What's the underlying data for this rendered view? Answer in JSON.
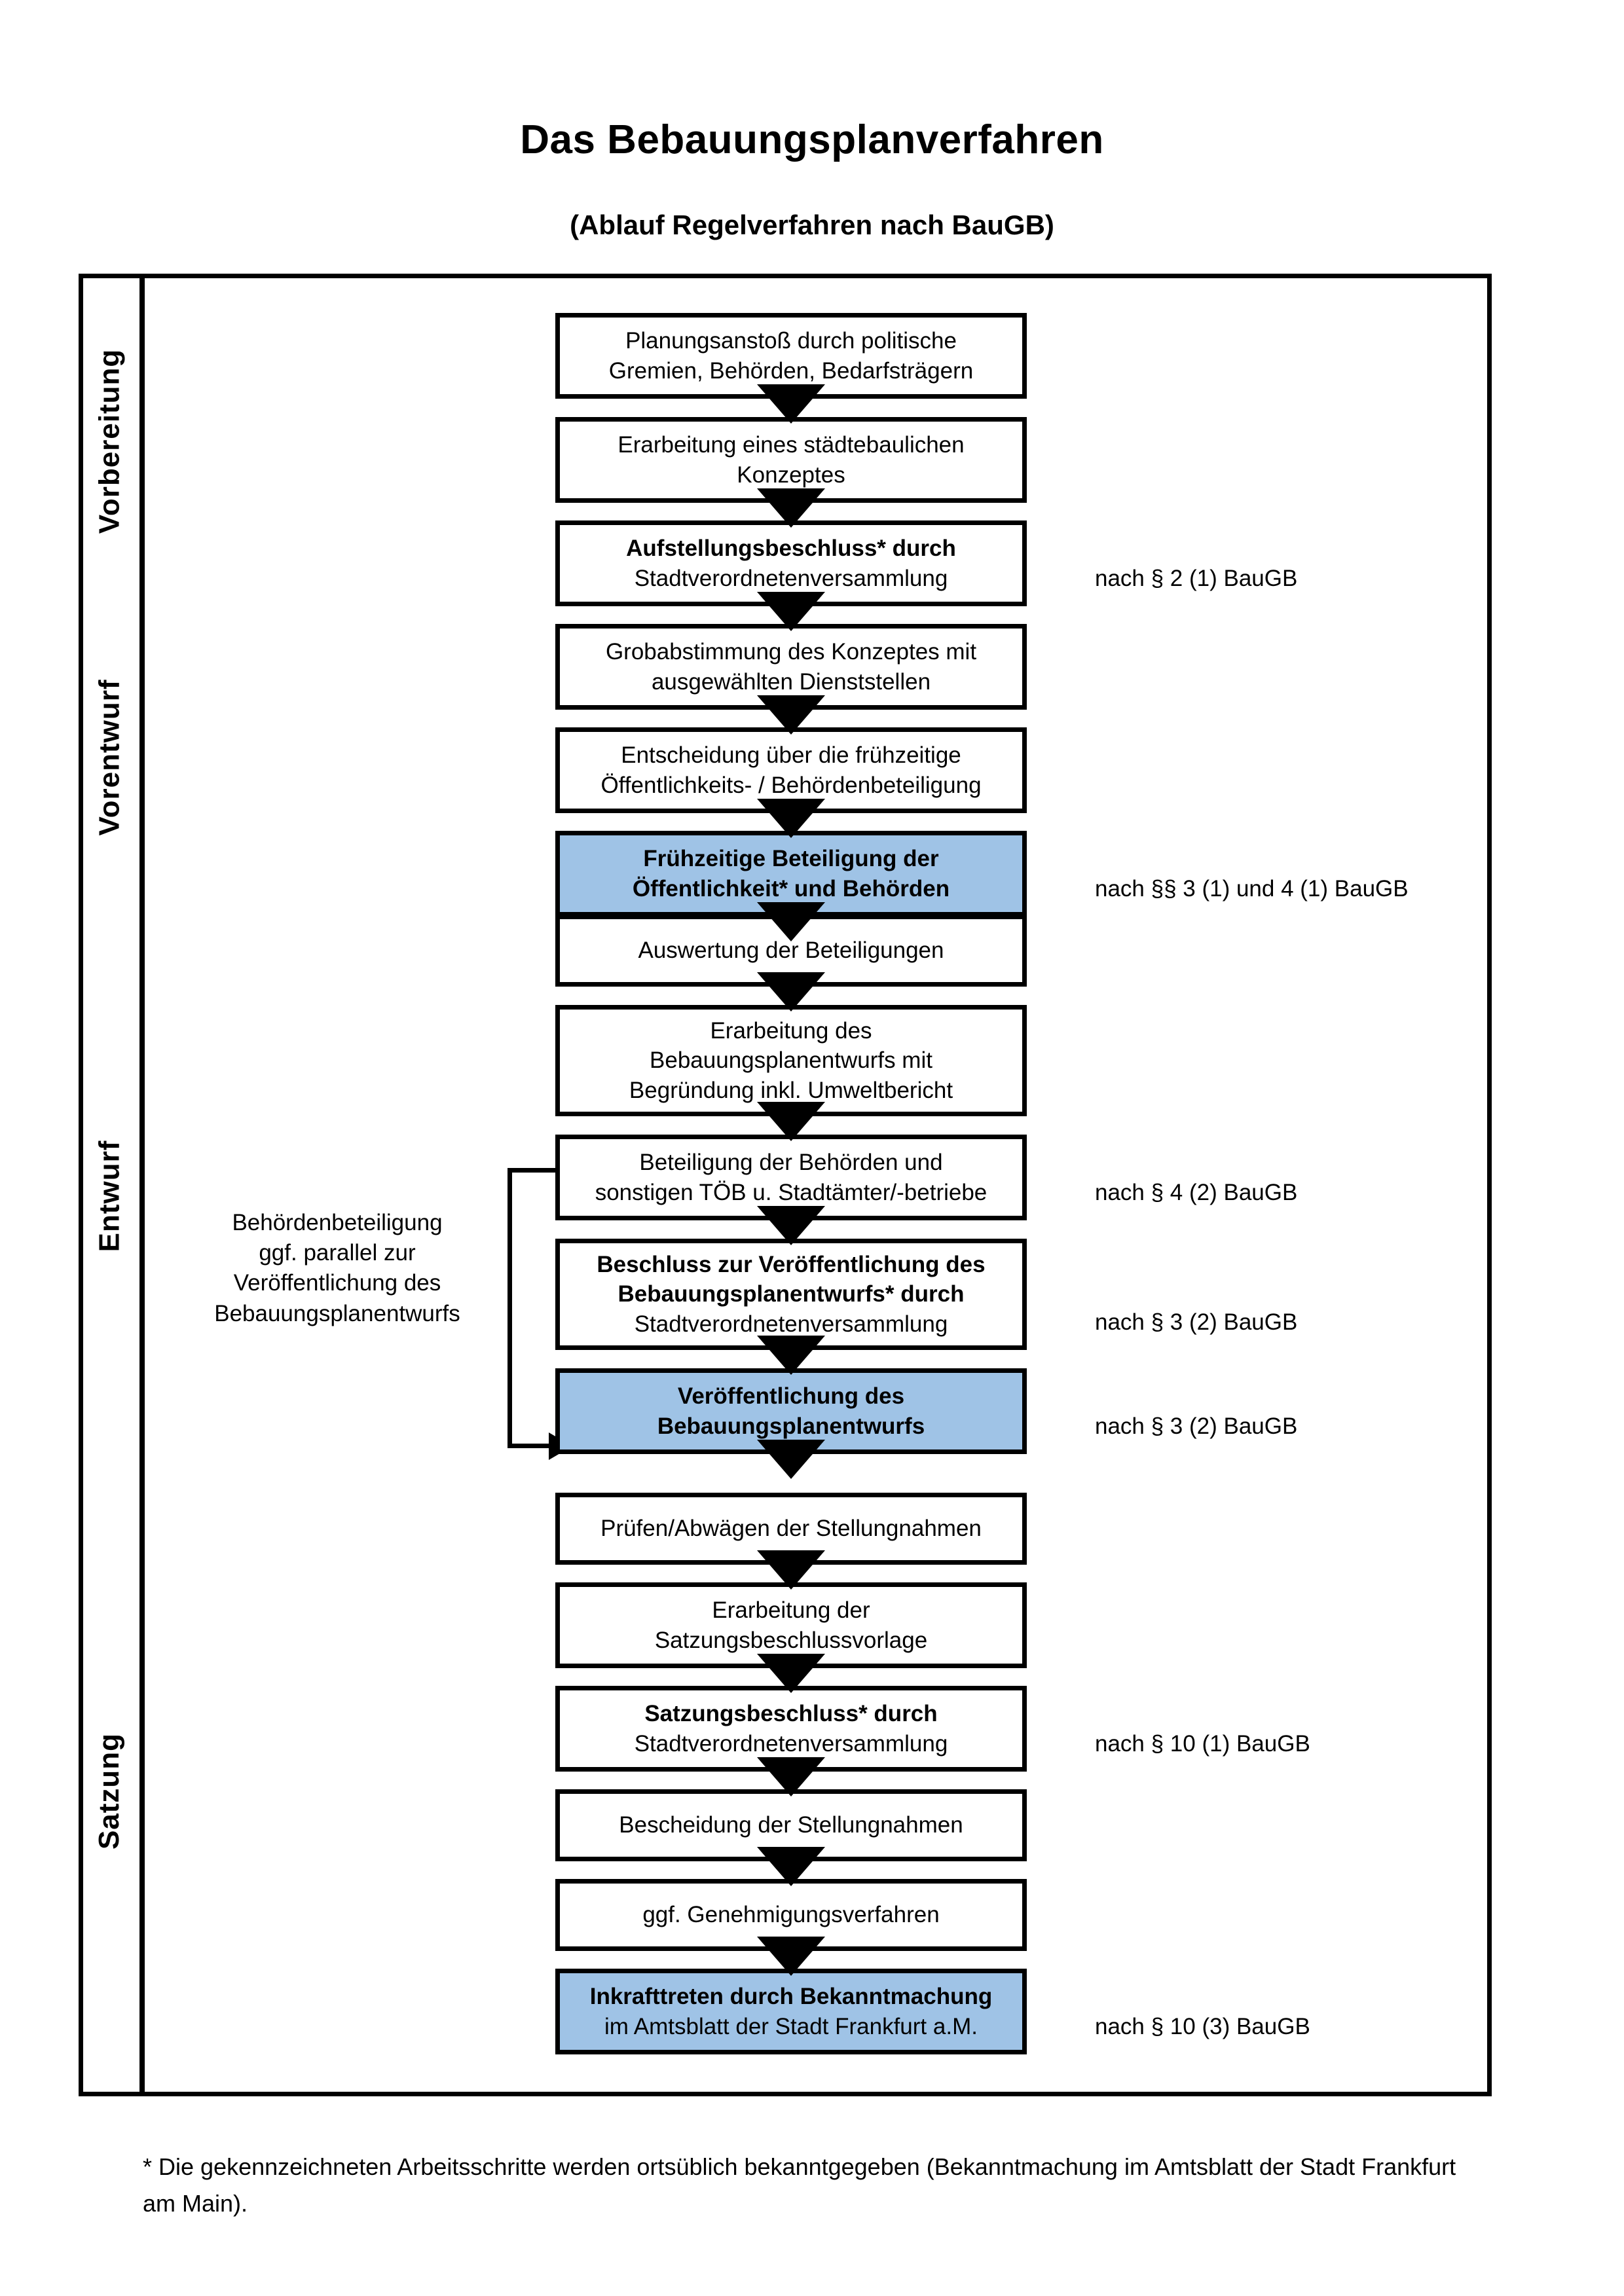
{
  "title": "Das Bebauungsplanverfahren",
  "subtitle": "(Ablauf Regelverfahren nach BauGB)",
  "colors": {
    "highlight_box": "#9FC3E6",
    "lane_vorbereitung": "#F1F1F1",
    "lane_vorentwurf": "#E6E6E6",
    "lane_entwurf": "#D9D9D9",
    "lane_satzung": "#BFBFBF",
    "outline": "#000000"
  },
  "phases": [
    {
      "key": "vorbereitung",
      "label": "Vorbereitung",
      "background": "#F1F1F1"
    },
    {
      "key": "vorentwurf",
      "label": "Vorentwurf",
      "background": "#E6E6E6"
    },
    {
      "key": "entwurf",
      "label": "Entwurf",
      "background": "#D9D9D9"
    },
    {
      "key": "satzung",
      "label": "Satzung",
      "background": "#BFBFBF"
    }
  ],
  "steps": [
    {
      "id": 1,
      "phase": "vorbereitung",
      "highlight": false,
      "lines": [
        {
          "text": "Planungsanstoß durch politische",
          "bold": false
        },
        {
          "text": "Gremien, Behörden, Bedarfsträgern",
          "bold": false
        }
      ]
    },
    {
      "id": 2,
      "phase": "vorbereitung",
      "highlight": false,
      "lines": [
        {
          "text": "Erarbeitung eines städtebaulichen",
          "bold": false
        },
        {
          "text": "Konzeptes",
          "bold": false
        }
      ]
    },
    {
      "id": 3,
      "phase": "vorbereitung",
      "highlight": false,
      "lines": [
        {
          "text": "Aufstellungsbeschluss* durch",
          "bold": true
        },
        {
          "text": "Stadtverordnetenversammlung",
          "bold": false
        }
      ]
    },
    {
      "id": 4,
      "phase": "vorentwurf",
      "highlight": false,
      "lines": [
        {
          "text": "Grobabstimmung des Konzeptes mit",
          "bold": false
        },
        {
          "text": "ausgewählten Dienststellen",
          "bold": false
        }
      ]
    },
    {
      "id": 5,
      "phase": "vorentwurf",
      "highlight": false,
      "lines": [
        {
          "text": "Entscheidung über die frühzeitige",
          "bold": false
        },
        {
          "text": "Öffentlichkeits- / Behördenbeteiligung",
          "bold": false
        }
      ]
    },
    {
      "id": 6,
      "phase": "vorentwurf",
      "highlight": true,
      "lines": [
        {
          "text": "Frühzeitige Beteiligung der",
          "bold": true
        },
        {
          "text": "Öffentlichkeit* und Behörden",
          "bold": true
        }
      ]
    },
    {
      "id": 7,
      "phase": "entwurf",
      "highlight": false,
      "lines": [
        {
          "text": "Auswertung der Beteiligungen",
          "bold": false
        }
      ]
    },
    {
      "id": 8,
      "phase": "entwurf",
      "highlight": false,
      "lines": [
        {
          "text": "Erarbeitung des",
          "bold": false
        },
        {
          "text": "Bebauungsplanentwurfs mit",
          "bold": false
        },
        {
          "text": "Begründung inkl. Umweltbericht",
          "bold": false
        }
      ]
    },
    {
      "id": 9,
      "phase": "entwurf",
      "highlight": false,
      "lines": [
        {
          "text": "Beteiligung der Behörden und",
          "bold": false
        },
        {
          "text": "sonstigen TÖB u. Stadtämter/-betriebe",
          "bold": false
        }
      ]
    },
    {
      "id": 10,
      "phase": "entwurf",
      "highlight": false,
      "lines": [
        {
          "text": "Beschluss zur Veröffentlichung des",
          "bold": true
        },
        {
          "text": "Bebauungsplanentwurfs* durch",
          "bold": true
        },
        {
          "text": "Stadtverordnetenversammlung",
          "bold": false
        }
      ]
    },
    {
      "id": 11,
      "phase": "entwurf",
      "highlight": true,
      "lines": [
        {
          "text": "Veröffentlichung des",
          "bold": true
        },
        {
          "text": "Bebauungsplanentwurfs",
          "bold": true
        }
      ]
    },
    {
      "id": 12,
      "phase": "satzung",
      "highlight": false,
      "lines": [
        {
          "text": "Prüfen/Abwägen der Stellungnahmen",
          "bold": false
        }
      ]
    },
    {
      "id": 13,
      "phase": "satzung",
      "highlight": false,
      "lines": [
        {
          "text": "Erarbeitung der",
          "bold": false
        },
        {
          "text": "Satzungsbeschlussvorlage",
          "bold": false
        }
      ]
    },
    {
      "id": 14,
      "phase": "satzung",
      "highlight": false,
      "lines": [
        {
          "text": "Satzungsbeschluss* durch",
          "bold": true
        },
        {
          "text": "Stadtverordnetenversammlung",
          "bold": false
        }
      ]
    },
    {
      "id": 15,
      "phase": "satzung",
      "highlight": false,
      "lines": [
        {
          "text": "Bescheidung der Stellungnahmen",
          "bold": false
        }
      ]
    },
    {
      "id": 16,
      "phase": "satzung",
      "highlight": false,
      "lines": [
        {
          "text": "ggf. Genehmigungsverfahren",
          "bold": false
        }
      ]
    },
    {
      "id": 17,
      "phase": "satzung",
      "highlight": true,
      "lines": [
        {
          "text": "Inkrafttreten durch Bekanntmachung",
          "bold": true
        },
        {
          "text": "im Amtsblatt der Stadt Frankfurt a.M.",
          "bold": false
        }
      ]
    }
  ],
  "references": [
    {
      "step_id": 3,
      "text": "nach § 2 (1) BauGB"
    },
    {
      "step_id": 6,
      "text": "nach §§ 3 (1) und 4 (1) BauGB"
    },
    {
      "step_id": 9,
      "text": "nach § 4 (2) BauGB"
    },
    {
      "step_id": 10,
      "text": "nach § 3 (2) BauGB"
    },
    {
      "step_id": 11,
      "text": "nach § 3 (2) BauGB"
    },
    {
      "step_id": 14,
      "text": "nach § 10 (1) BauGB"
    },
    {
      "step_id": 17,
      "text": "nach § 10 (3) BauGB"
    }
  ],
  "sidenote": {
    "lines": [
      "Behördenbeteiligung",
      "ggf. parallel zur",
      "Veröffentlichung des",
      "Bebauungsplanentwurfs"
    ]
  },
  "footnote": "* Die gekennzeichneten Arbeitsschritte werden ortsüblich bekanntgegeben (Bekanntmachung im Amtsblatt  der Stadt Frankfurt am Main)."
}
